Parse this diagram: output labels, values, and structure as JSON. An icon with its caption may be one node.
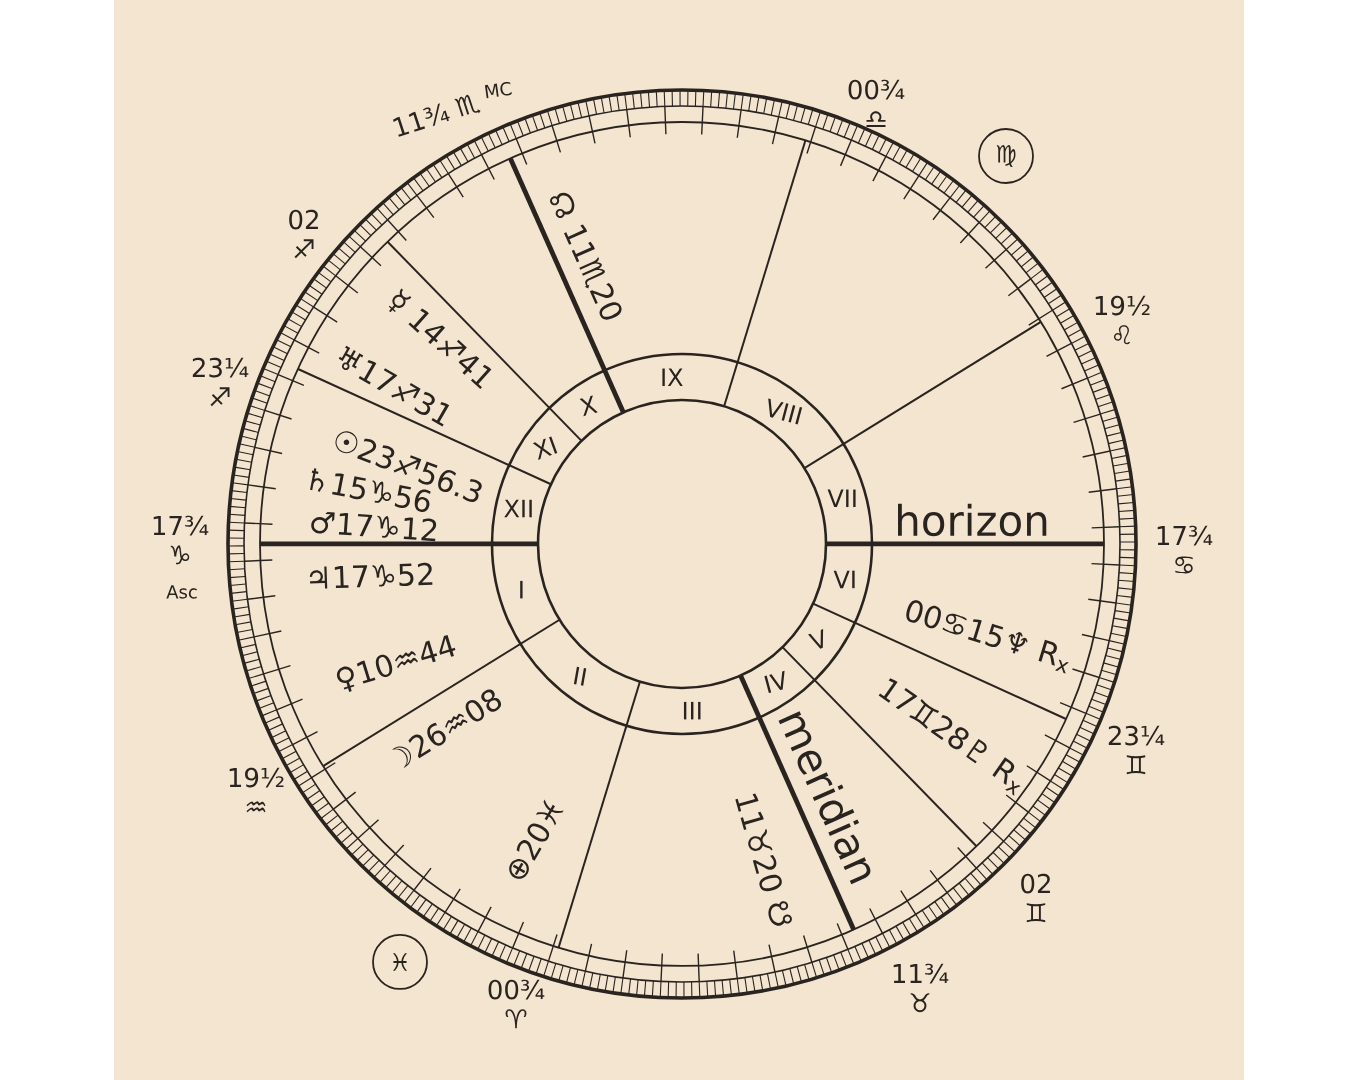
{
  "diagram": {
    "nodes": [
      {
        "text": [
          "♍"
        ]
      },
      {
        "text": [
          "♓"
        ]
      }
    ],
    "labels": [
      "MC",
      "00¾ ♎",
      "11¾ ♏",
      "☊ 11♏20",
      "02 ♐",
      "☿ 14♐41",
      "19½ ♌",
      "♅17♐31",
      "23¼ ♐",
      "IX",
      "X",
      "VIII",
      "☉23♐56.3",
      "XI",
      "♄15♑56",
      "XII",
      "VII",
      "horizon",
      "♂17♑12",
      "17¾ ♑",
      "17¾ ♋",
      "♃17♑52",
      "I",
      "Asc",
      "VI",
      "00♋15♆ R$_{x}$",
      "♀10♒44",
      "V",
      "II",
      "IV",
      "III",
      "☽26♒08",
      "17♊28♇ R$_{x}$",
      "23¼ ♊",
      "19½ ♒",
      "meridian",
      "⊕20♓",
      "11♉20 ☋",
      "02 ♊",
      "11¾ ♉",
      "00¾ ♈"
    ]
  }
}
